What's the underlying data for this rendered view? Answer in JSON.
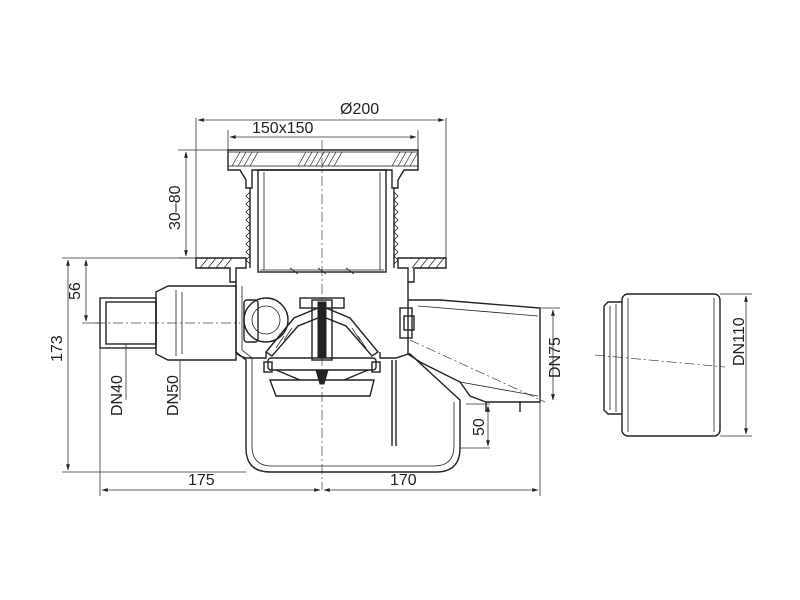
{
  "dimensions": {
    "diameter_top": "Ø200",
    "grate_size": "150x150",
    "height_adjust": "30–80",
    "depth_56": "56",
    "total_height": "173",
    "outlet_dn40": "DN40",
    "outlet_dn50": "DN50",
    "outlet_dn75": "DN75",
    "outlet_dn110": "DN110",
    "depth_50": "50",
    "width_left": "175",
    "width_right": "170"
  },
  "colors": {
    "line": "#222222",
    "background": "#ffffff"
  }
}
